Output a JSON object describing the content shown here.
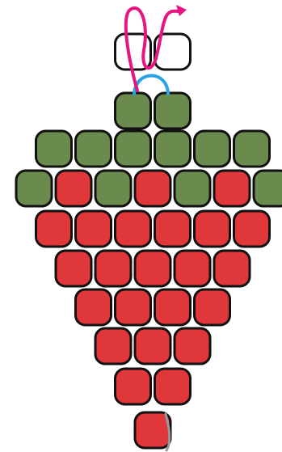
{
  "pattern": {
    "subject": "strawberry",
    "colors": {
      "green": "#6b8a4e",
      "red": "#e0383a",
      "empty": "#ffffff",
      "outline": "#111111",
      "thread_magenta": "#e6157f",
      "thread_blue": "#29a3e2",
      "thread_grey": "#9a9a9a"
    },
    "icons": {
      "needle_path": "arrow-icon"
    },
    "rows": [
      {
        "row": 1,
        "beads": [
          "empty",
          "empty"
        ]
      },
      {
        "row": 2,
        "beads": [
          "green",
          "green"
        ]
      },
      {
        "row": 3,
        "beads": [
          "green",
          "green",
          "green",
          "green",
          "green",
          "green"
        ]
      },
      {
        "row": 4,
        "beads": [
          "green",
          "red",
          "green",
          "red",
          "green",
          "red",
          "green"
        ]
      },
      {
        "row": 5,
        "beads": [
          "red",
          "red",
          "red",
          "red",
          "red",
          "red"
        ]
      },
      {
        "row": 6,
        "beads": [
          "red",
          "red",
          "red",
          "red",
          "red"
        ]
      },
      {
        "row": 7,
        "beads": [
          "red",
          "red",
          "red",
          "red"
        ]
      },
      {
        "row": 8,
        "beads": [
          "red",
          "red",
          "red"
        ]
      },
      {
        "row": 9,
        "beads": [
          "red",
          "red"
        ]
      },
      {
        "row": 10,
        "beads": [
          "red"
        ]
      }
    ]
  }
}
